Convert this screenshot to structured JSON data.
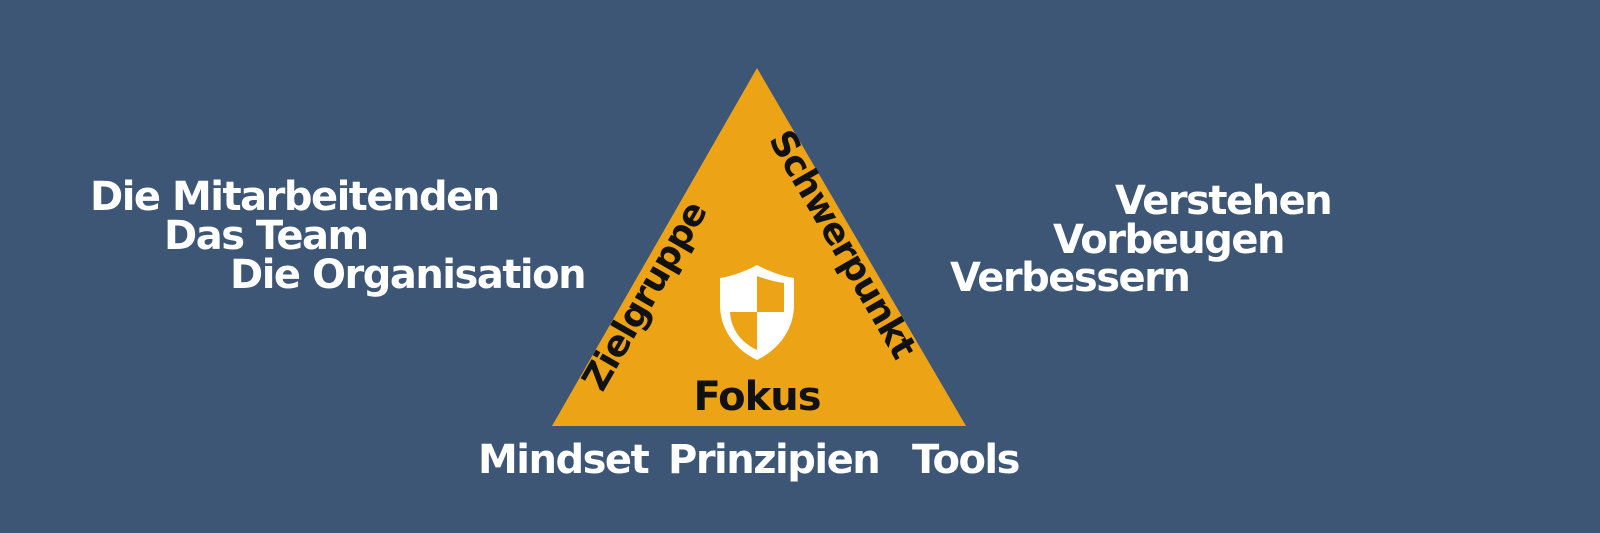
{
  "colors": {
    "background": "#3d5675",
    "triangle": "#eca316",
    "text_light": "#ffffff",
    "text_dark": "#111111"
  },
  "left_list": [
    "Die Mitarbeitenden",
    "Das Team",
    "Die Organisation"
  ],
  "right_list": [
    "Verstehen",
    "Vorbeugen",
    "Verbessern"
  ],
  "bottom_list": [
    "Mindset",
    "Prinzipien",
    "Tools"
  ],
  "triangle": {
    "left_side_label": "Zielgruppe",
    "right_side_label": "Schwerpunkt",
    "center_label": "Fokus",
    "icon": "shield-icon"
  }
}
